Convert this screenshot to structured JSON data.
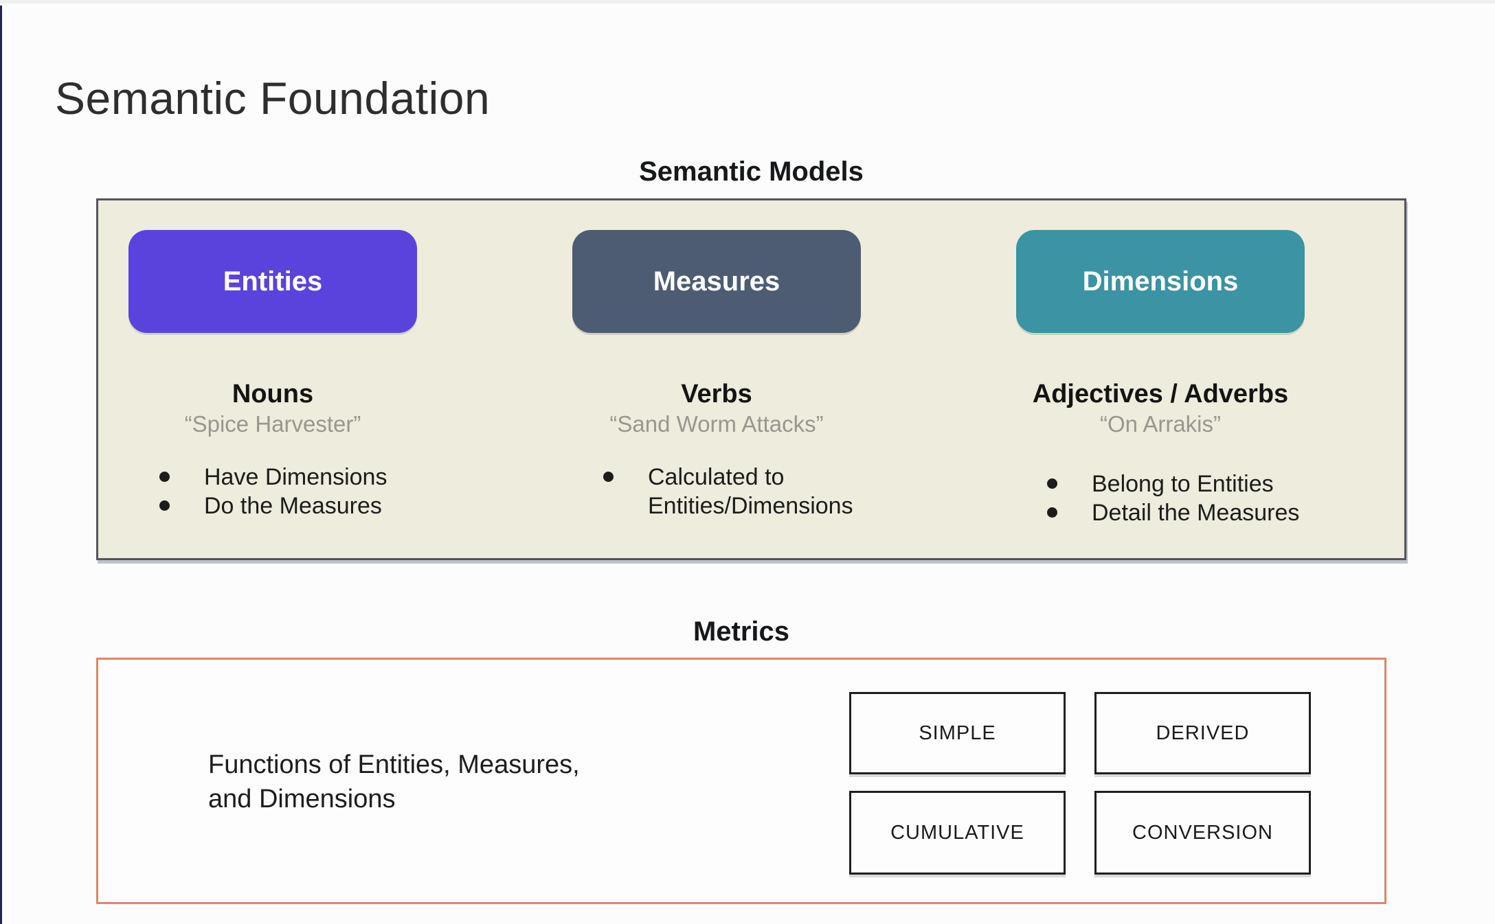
{
  "page": {
    "title": "Semantic Foundation"
  },
  "semantic_models": {
    "heading": "Semantic Models",
    "columns": [
      {
        "pill": "Entities",
        "role": "Nouns",
        "example": "“Spice Harvester”",
        "bullets": [
          "Have Dimensions",
          "Do the Measures"
        ]
      },
      {
        "pill": "Measures",
        "role": "Verbs",
        "example": "“Sand Worm Attacks”",
        "bullets": [
          "Calculated to Entities/Dimensions"
        ]
      },
      {
        "pill": "Dimensions",
        "role": "Adjectives / Adverbs",
        "example": "“On Arrakis”",
        "bullets": [
          "Belong to Entities",
          "Detail the Measures"
        ]
      }
    ]
  },
  "metrics": {
    "heading": "Metrics",
    "description_line1": "Functions of Entities, Measures,",
    "description_line2": "and Dimensions",
    "types": [
      "SIMPLE",
      "DERIVED",
      "CUMULATIVE",
      "CONVERSION"
    ]
  },
  "colors": {
    "entities_pill": "#5a43dd",
    "measures_pill": "#4d5c73",
    "dimensions_pill": "#3b93a3",
    "models_panel_bg": "#edecdd",
    "models_panel_border": "#54555a",
    "metrics_panel_border": "#db8668",
    "muted_example_text": "#98978f",
    "page_background": "#fbfcfb"
  }
}
